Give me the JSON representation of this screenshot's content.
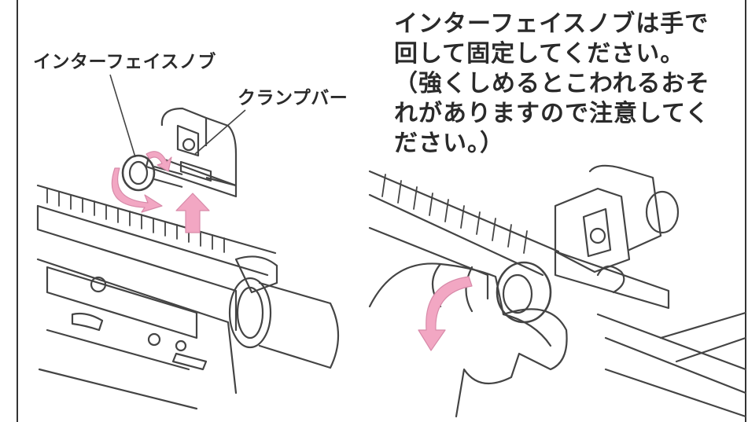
{
  "labels": {
    "interface_knob": "インターフェイスノブ",
    "clamp_bar": "クランプバー"
  },
  "instructions": {
    "lines": [
      "インターフェイスノブは手で",
      "回して固定してください。",
      "（強くしめるとこわれるおそ",
      "れがありますので注意してく",
      "ださい。）"
    ]
  },
  "colors": {
    "line_art": "#444444",
    "arrow_pink": "#f2a7c3",
    "background": "#ffffff"
  }
}
